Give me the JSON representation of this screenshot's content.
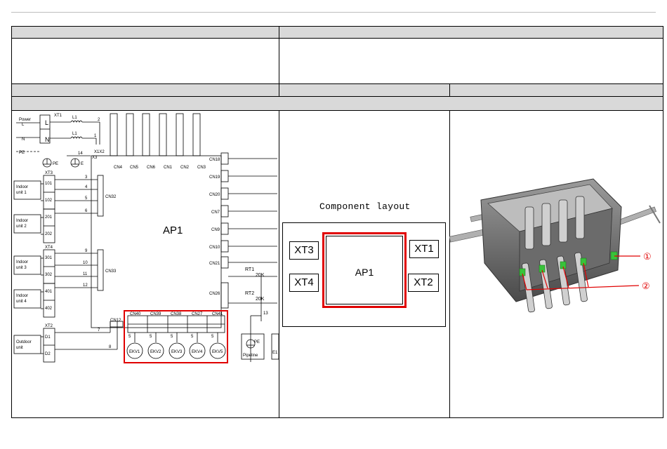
{
  "wiring": {
    "power": "Power",
    "L": "L",
    "N": "N",
    "PE": "PE",
    "E": "E",
    "XT1": "XT1",
    "L1": "L1",
    "n2": "2",
    "n1": "1",
    "n14": "14",
    "X1X2": "X1X2",
    "X3": "X3",
    "XT3": "XT3",
    "XT4": "XT4",
    "XT2": "XT2",
    "AP1": "AP1",
    "indoor1a": "Indoor",
    "indoor1b": "unit 1",
    "indoor2a": "Indoor",
    "indoor2b": "unit 2",
    "indoor3a": "Indoor",
    "indoor3b": "unit 3",
    "indoor4a": "Indoor",
    "indoor4b": "unit 4",
    "outdoora": "Outdoor",
    "outdoorb": "unit",
    "t101": "101",
    "t102": "102",
    "t201": "201",
    "t202": "202",
    "t301": "301",
    "t302": "302",
    "t401": "401",
    "t402": "402",
    "tD1": "D1",
    "tD2": "D2",
    "w3": "3",
    "w4": "4",
    "w5": "5",
    "w6": "6",
    "w9": "9",
    "w10": "10",
    "w11": "11",
    "w12": "12",
    "w7": "7",
    "w8": "8",
    "w13": "13",
    "CN32": "CN32",
    "CN33": "CN33",
    "CN4": "CN4",
    "CN5": "CN5",
    "CN6": "CN6",
    "CN1": "CN1",
    "CN2": "CN2",
    "CN3": "CN3",
    "CN18": "CN18",
    "CN19": "CN19",
    "CN20": "CN20",
    "CN7": "CN7",
    "CN9": "CN9",
    "CN10": "CN10",
    "CN21": "CN21",
    "CN26": "CN26",
    "CN12": "CN12",
    "CN40": "CN40",
    "CN39": "CN39",
    "CN38": "CN38",
    "CN27": "CN27",
    "CN41": "CN41",
    "EKV1": "EKV1",
    "EKV2": "EKV2",
    "EKV3": "EKV3",
    "EKV4": "EKV4",
    "EKV5": "EKV5",
    "s5": "5",
    "RT1": "RT1",
    "RT2": "RT2",
    "r20K": "20K",
    "pipeline": "Pipeline",
    "E1": "E1"
  },
  "layout": {
    "title": "Component layout",
    "AP1": "AP1",
    "XT1": "XT1",
    "XT2": "XT2",
    "XT3": "XT3",
    "XT4": "XT4"
  },
  "photo": {
    "callout1": "①",
    "callout2": "②"
  },
  "colors": {
    "highlight": "#e00000",
    "header_bg": "#d9d9d9",
    "part_green": "#38c33a"
  }
}
